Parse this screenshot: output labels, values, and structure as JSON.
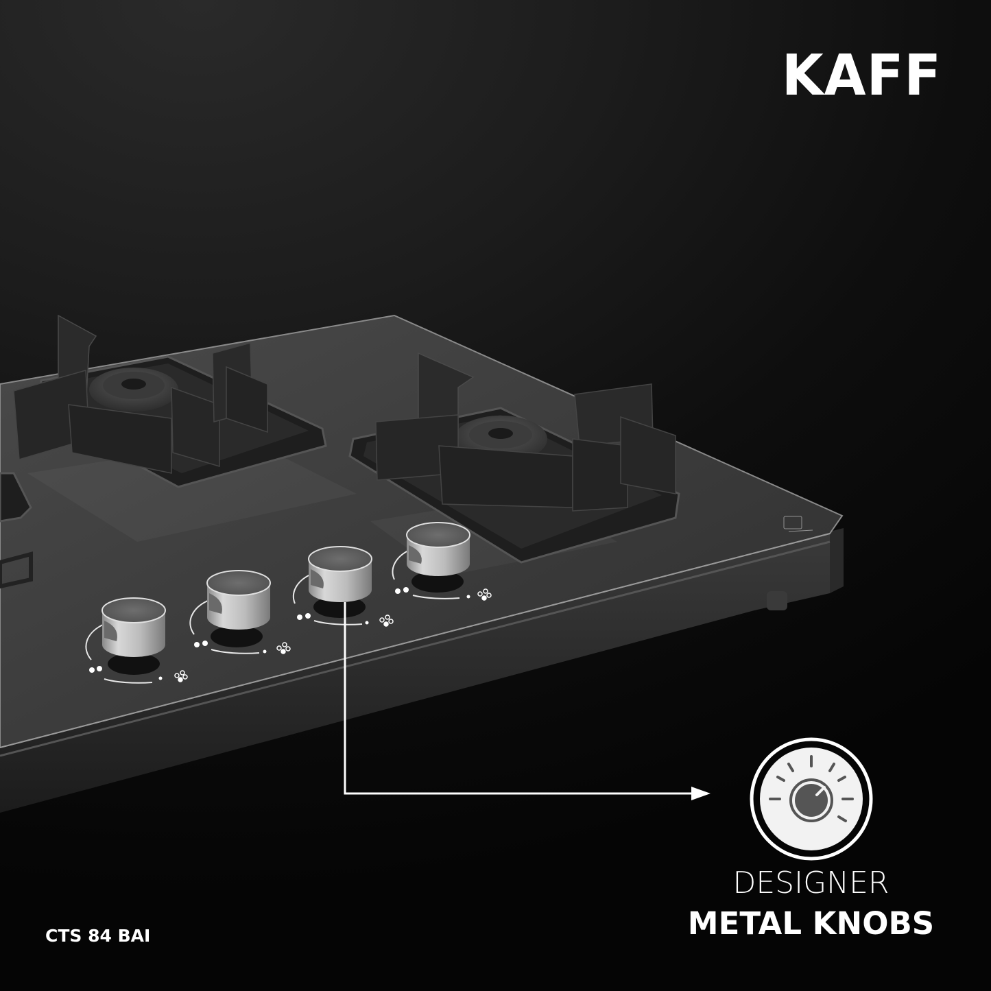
{
  "brand": {
    "logo_text": "KAFF"
  },
  "product": {
    "model": "CTS 84 BAI",
    "type": "Glass-top gas hob",
    "visible_burners": 3,
    "visible_knobs": 4
  },
  "feature": {
    "icon": "knob-dial-icon",
    "title_line1": "DESIGNER",
    "title_line2": "METAL KNOBS"
  },
  "colors": {
    "background": "#1a1a1a",
    "text": "#ffffff",
    "glass_top": "#3e3e3e",
    "icon_fill": "#f2f2f2",
    "icon_glyph": "#555555",
    "knob_metal": "#b8b8b8"
  }
}
